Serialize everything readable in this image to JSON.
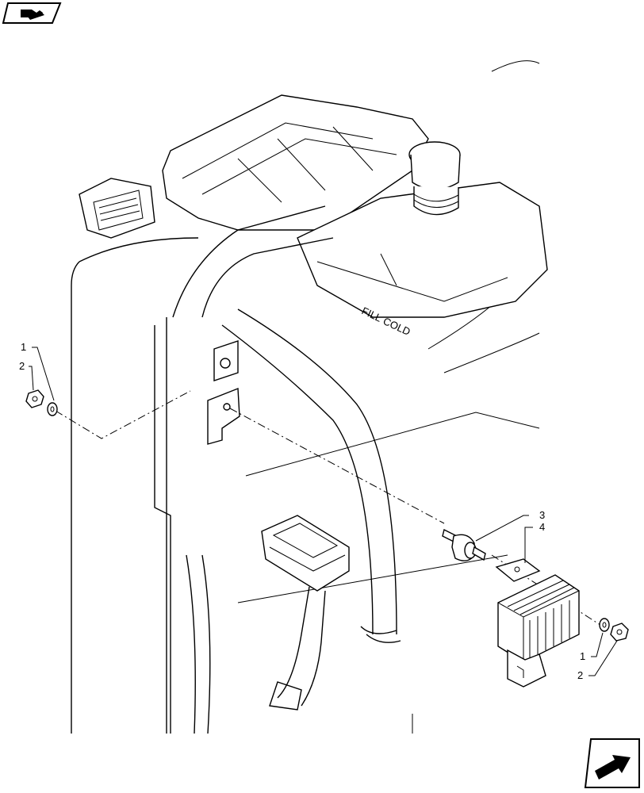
{
  "diagram": {
    "callouts": {
      "left_1": "1",
      "left_2": "2",
      "part_3": "3",
      "part_4": "4",
      "right_1": "1",
      "right_2": "2"
    },
    "tank_label_fill": "FILL",
    "tank_label_cold": "COLD",
    "icons": {
      "top_left": "book-pencil-icon",
      "bottom_right": "next-page-arrow-icon"
    }
  }
}
